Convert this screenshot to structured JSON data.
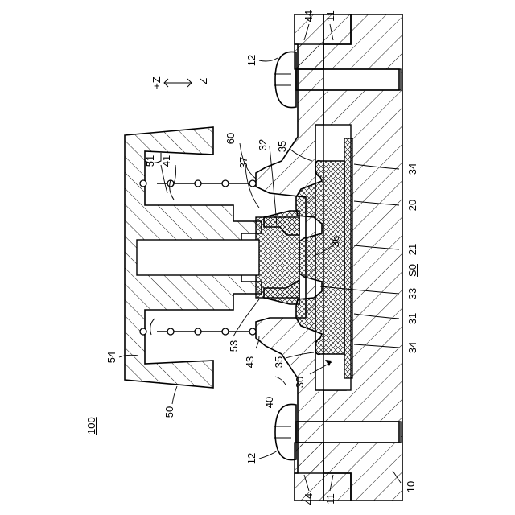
{
  "figure": {
    "figure_label": "100",
    "axis": {
      "plus": "+Z",
      "minus": "-Z"
    },
    "refs": {
      "r10": "10",
      "r11a": "11",
      "r11b": "11",
      "r12a": "12",
      "r12b": "12",
      "r20": "20",
      "r21": "21",
      "r30": "30",
      "r31": "31",
      "r32": "32",
      "r33": "33",
      "r34a": "34",
      "r34b": "34",
      "r35a": "35",
      "r35b": "35",
      "r36": "36",
      "r37": "37",
      "r40": "40",
      "r41": "41",
      "r43": "43",
      "r44a": "44",
      "r44b": "44",
      "r50": "50",
      "r51": "51",
      "r53": "53",
      "r54": "54",
      "r60": "60",
      "rS0": "S0"
    }
  }
}
